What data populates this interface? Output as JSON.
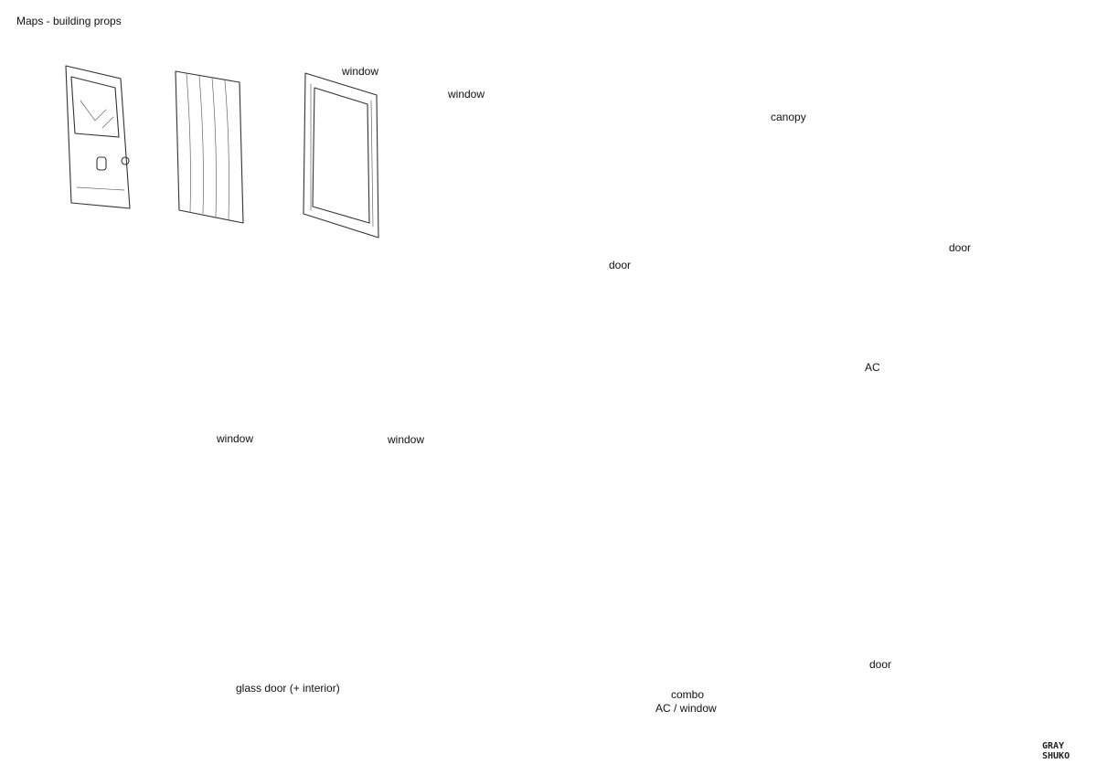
{
  "page": {
    "title": "Maps - building props"
  },
  "labels": {
    "window_1": "window",
    "window_2": "window",
    "window_3": "window",
    "window_4": "window",
    "door_1": "door",
    "canopy": "canopy",
    "door_2": "door",
    "ac": "AC",
    "glass_door": "glass door (+ interior)",
    "combo_line1": "combo",
    "combo_line2": "AC / window",
    "door_3": "door"
  },
  "colors": {
    "glass_blue": "#1e4fa8",
    "render_grey": "#c9cfd6",
    "stroke": "#333333"
  },
  "logo": {
    "text": "GRAY SHUKO"
  }
}
